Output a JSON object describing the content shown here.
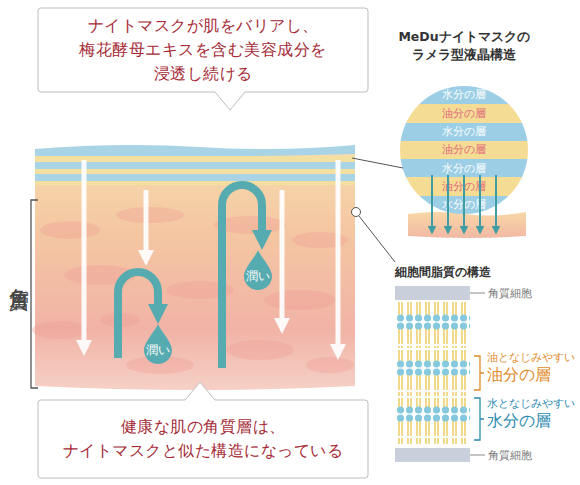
{
  "diagram": {
    "nodes": [
      {
        "text": [
          "ナイトマスクが肌をバリアし、 梅花酵母エキスを含む美容成分を 浸透し続ける"
        ]
      },
      {
        "text": [
          "MeDuナイトマスクの ラメラ型液晶構造"
        ]
      },
      {
        "text": [
          "水分の層"
        ],
        "in": 1
      },
      {
        "text": [
          "油分の層"
        ],
        "in": 1
      },
      {
        "text": [
          "水分の層"
        ],
        "in": 1
      },
      {
        "text": [
          "油分の層"
        ],
        "in": 1
      },
      {
        "text": [
          "水分の層"
        ],
        "in": 1
      },
      {
        "text": [
          "油分の層"
        ],
        "in": 1
      },
      {
        "text": [
          "水分の層"
        ],
        "in": 1
      },
      {
        "text": [
          "潤い"
        ]
      },
      {
        "text": [
          "潤い"
        ]
      },
      {
        "text": [
          "細胞間脂質の構造"
        ]
      },
      {
        "text": [
          "健康な肌の角質層は、 ナイトマスクと似た構造になっている"
        ]
      }
    ],
    "labels": [
      "角質層",
      "角質細胞",
      "油となじみやすい",
      "油分の層",
      "水となじみやすい",
      "水分の層",
      "角質細胞"
    ]
  }
}
